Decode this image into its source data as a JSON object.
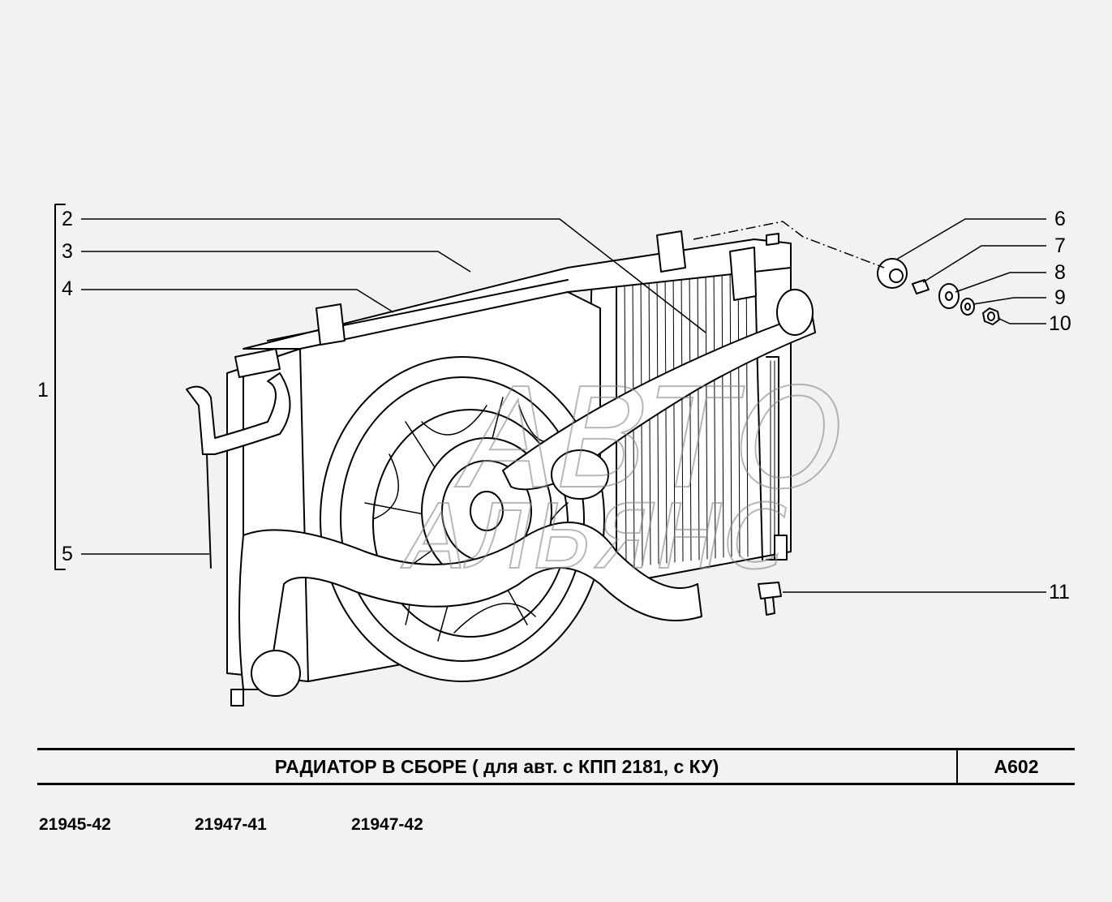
{
  "callouts": {
    "c1": "1",
    "c2": "2",
    "c3": "3",
    "c4": "4",
    "c5": "5",
    "c6": "6",
    "c7": "7",
    "c8": "8",
    "c9": "9",
    "c10": "10",
    "c11": "11"
  },
  "title_block": {
    "title": "РАДИАТОР  В  СБОРЕ  ( для авт. с КПП 2181, с КУ)",
    "code": "A602"
  },
  "models": [
    "21945-42",
    "21947-41",
    "21947-42"
  ],
  "watermark": {
    "line1": "АВТО",
    "line2": "АЛЬЯНС"
  }
}
